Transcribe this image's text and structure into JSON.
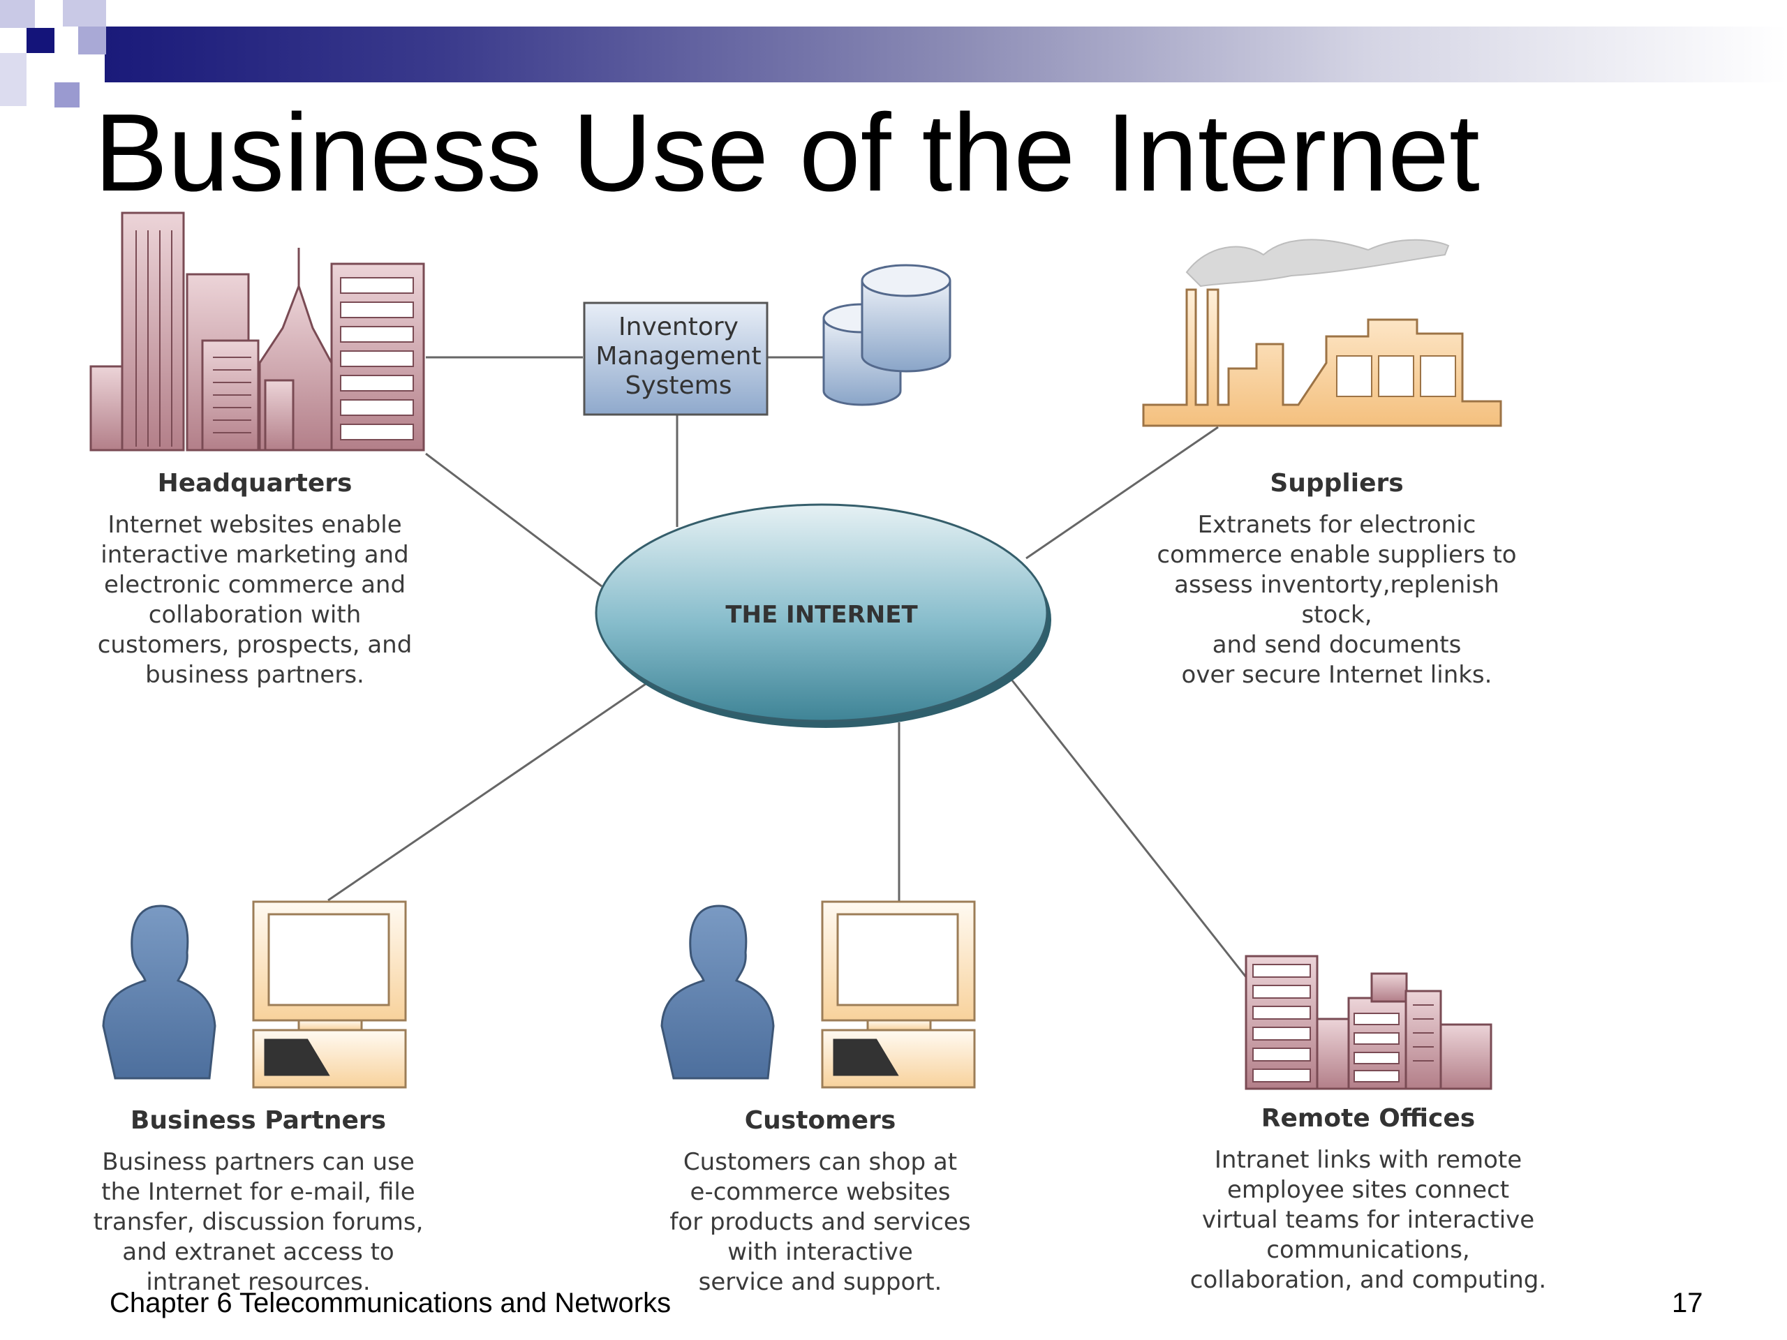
{
  "slide": {
    "title": "Business Use of the Internet",
    "footer_left": "Chapter 6 Telecommunications and Networks",
    "page_number": "17"
  },
  "diagram": {
    "center": {
      "label": "THE INTERNET"
    },
    "inventory": {
      "label_lines": [
        "Inventory",
        "Management",
        "Systems"
      ]
    },
    "nodes": {
      "headquarters": {
        "title": "Headquarters",
        "desc": "Internet websites enable\ninteractive marketing and\nelectronic commerce and\ncollaboration with\ncustomers, prospects, and\nbusiness partners."
      },
      "suppliers": {
        "title": "Suppliers",
        "desc": "Extranets for electronic\ncommerce enable suppliers to\nassess inventorty,replenish stock,\nand send documents\nover secure Internet links."
      },
      "business_partners": {
        "title": "Business Partners",
        "desc": "Business partners can use\nthe Internet for e-mail, file\ntransfer, discussion forums,\nand extranet access to\nintranet resources."
      },
      "customers": {
        "title": "Customers",
        "desc": "Customers can shop at\ne-commerce websites\nfor products and services\nwith interactive\nservice and support."
      },
      "remote_offices": {
        "title": "Remote Offices",
        "desc": "Intranet links with remote\nemployee sites connect\nvirtual teams for interactive\ncommunications,\ncollaboration, and computing."
      }
    }
  },
  "colors": {
    "title_bar_dark": "#1a1a7a",
    "internet_fill": "#7fb6c4",
    "building_hq": "#c99aa3",
    "factory": "#f6c98c",
    "person": "#5b7fae",
    "computer": "#fbdcb0"
  }
}
